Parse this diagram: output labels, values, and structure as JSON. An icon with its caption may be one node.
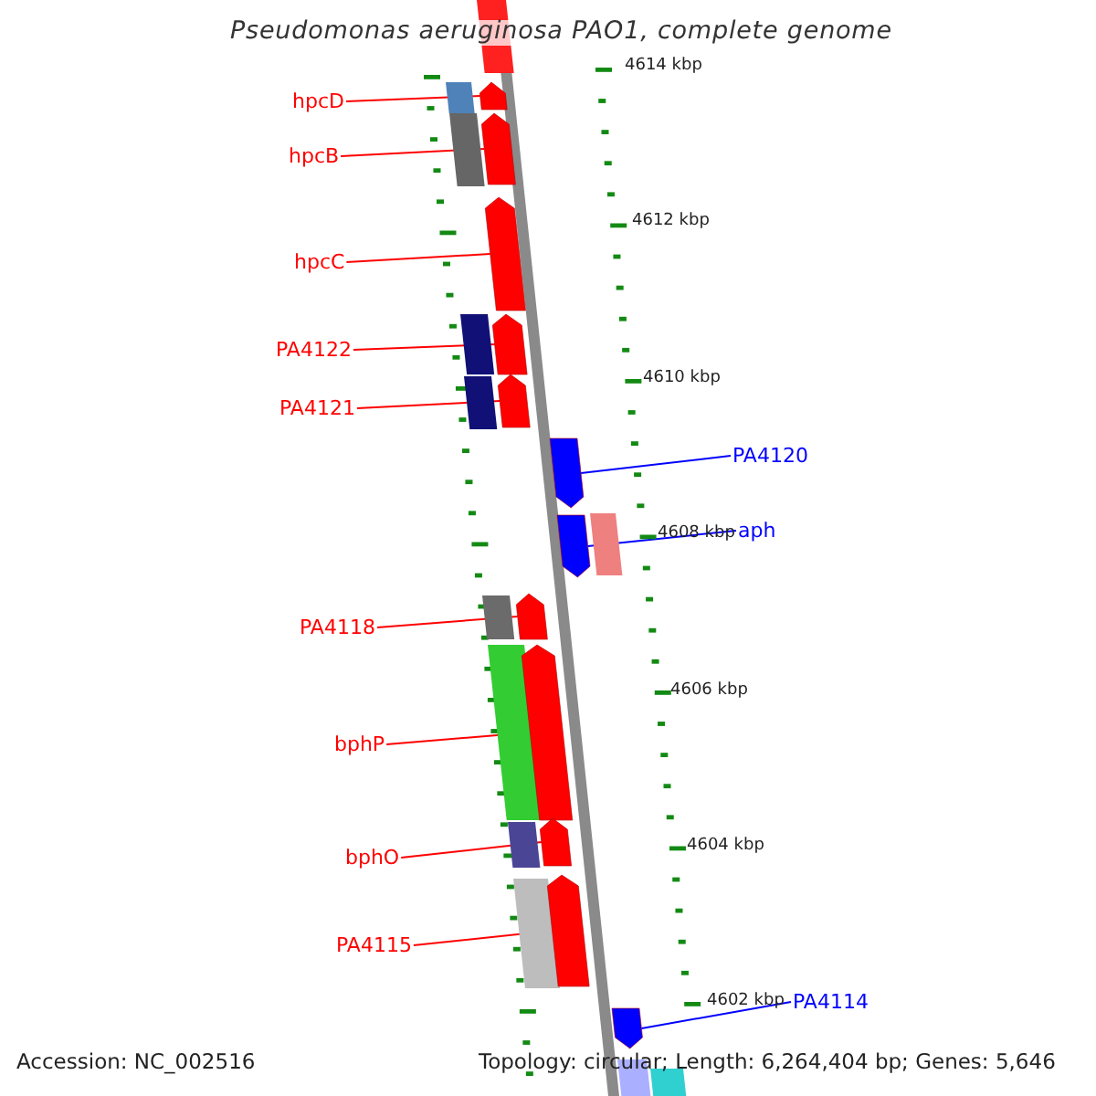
{
  "diagram": {
    "title": "Pseudomonas aeruginosa PAO1, complete genome",
    "nodes": [
      {
        "text": [
          "hpcD"
        ]
      },
      {
        "text": [],
        "shape": "arrow"
      },
      {
        "text": [
          "hpcB"
        ]
      },
      {
        "text": [],
        "shape": "arrow"
      },
      {
        "text": [
          "hpcC"
        ]
      },
      {
        "text": [],
        "shape": "arrow"
      },
      {
        "text": [
          "PA4122"
        ]
      },
      {
        "text": [],
        "shape": "arrow"
      },
      {
        "text": [
          "PA4121"
        ]
      },
      {
        "text": [],
        "shape": "arrow"
      },
      {
        "text": [
          "PA4120"
        ]
      },
      {
        "text": [],
        "shape": "arrow"
      },
      {
        "text": [
          "aph"
        ]
      },
      {
        "text": [],
        "shape": "arrow"
      },
      {
        "text": [
          "PA4118"
        ]
      },
      {
        "text": [],
        "shape": "arrow"
      },
      {
        "text": [
          "bphP"
        ]
      },
      {
        "text": [],
        "shape": "arrow"
      },
      {
        "text": [
          "bphO"
        ]
      },
      {
        "text": [],
        "shape": "arrow"
      },
      {
        "text": [
          "PA4115"
        ]
      },
      {
        "text": [],
        "shape": "arrow"
      },
      {
        "text": [
          "PA4114"
        ]
      },
      {
        "text": [],
        "shape": "arrow"
      }
    ],
    "edges": [
      {
        "from": 0,
        "to": 1,
        "arrow": "none"
      },
      {
        "from": 2,
        "to": 3,
        "arrow": "none"
      },
      {
        "from": 4,
        "to": 5,
        "arrow": "none"
      },
      {
        "from": 6,
        "to": 7,
        "arrow": "none"
      },
      {
        "from": 8,
        "to": 9,
        "arrow": "none"
      },
      {
        "from": 10,
        "to": 11,
        "arrow": "none",
        "color": "#0000ff"
      },
      {
        "from": 12,
        "to": 13,
        "arrow": "none",
        "color": "#0000ff"
      },
      {
        "from": 14,
        "to": 15,
        "arrow": "none"
      },
      {
        "from": 16,
        "to": 17,
        "arrow": "none"
      },
      {
        "from": 18,
        "to": 19,
        "arrow": "none"
      },
      {
        "from": 20,
        "to": 21,
        "arrow": "none"
      },
      {
        "from": 22,
        "to": 23,
        "arrow": "none",
        "color": "#0000ff"
      }
    ],
    "labels": [
      "4614 kbp",
      "4612 kbp",
      "4610 kbp",
      "4608 kbp",
      "4606 kbp",
      "4604 kbp",
      "4602 kbp",
      "Accession: NC_002516",
      "Topology: circular; Length: 6,264,404 bp; Genes: 5,646"
    ]
  }
}
